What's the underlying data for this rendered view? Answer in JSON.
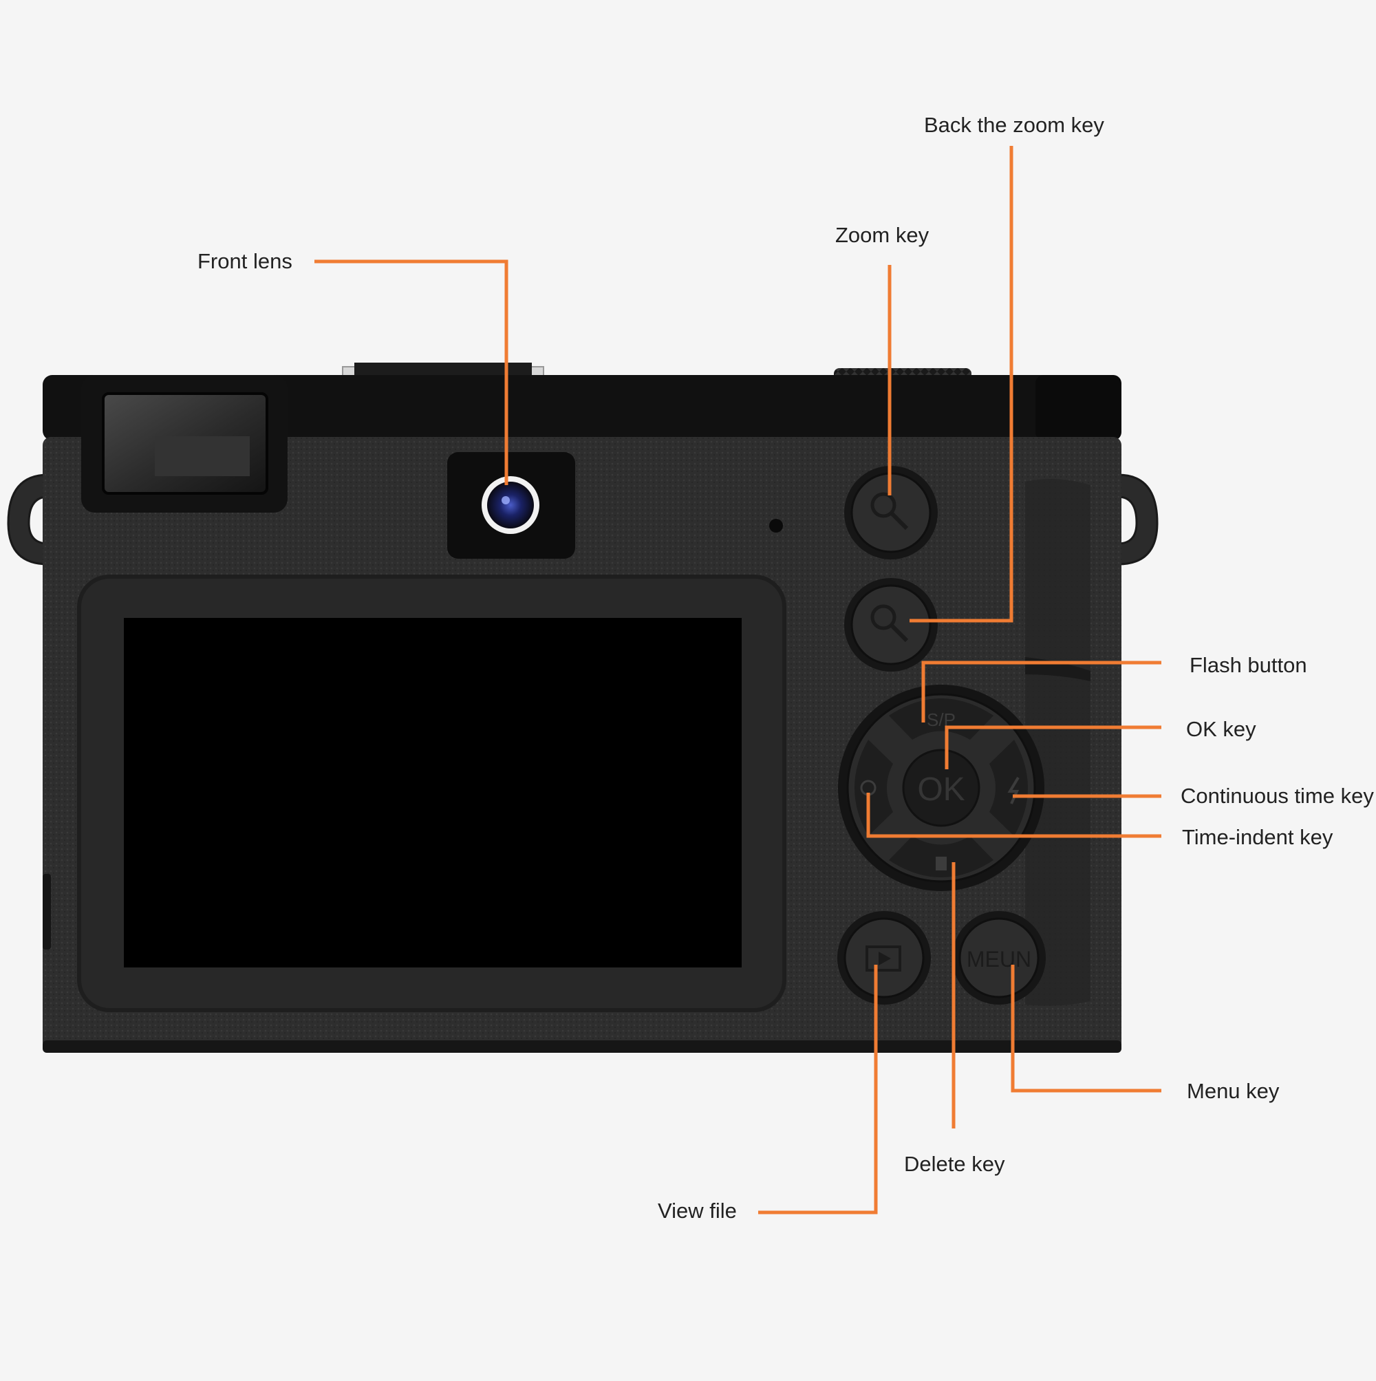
{
  "diagram": {
    "accent_color": "#f07c33",
    "labels": {
      "front_lens": "Front lens",
      "zoom_key": "Zoom key",
      "back_zoom_key": "Back the zoom key",
      "flash_button": "Flash button",
      "ok_key": "OK key",
      "continuous_time_key": "Continuous time key",
      "time_indent_key": "Time-indent key",
      "menu_key": "Menu key",
      "delete_key": "Delete key",
      "view_file": "View file"
    },
    "button_glyphs": {
      "ok": "OK",
      "menu": "MEUN",
      "dpad_top": "S/P"
    }
  }
}
